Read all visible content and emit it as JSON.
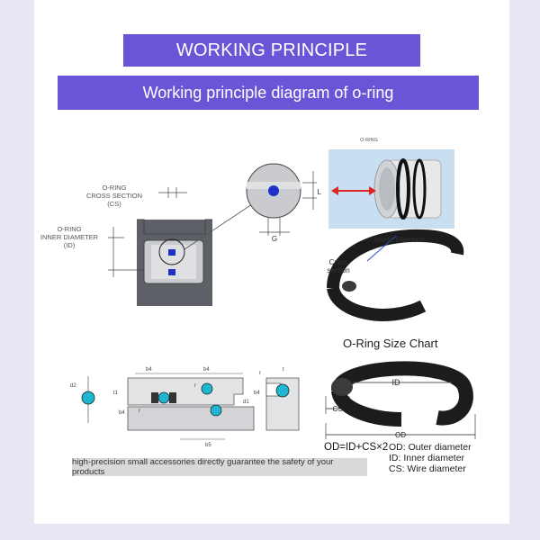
{
  "header": {
    "title": "WORKING PRINCIPLE",
    "subtitle": "Working principle diagram of o-ring"
  },
  "cross_section_diagram": {
    "labels": {
      "cross_section": [
        "O-RING",
        "CROSS SECTION",
        "(CS)"
      ],
      "inner_diameter": [
        "O-RING",
        "INNER DIAMETER",
        "(ID)"
      ],
      "dim_l": "L",
      "dim_g": "G"
    }
  },
  "photo_panel": {
    "top_label": "O-RING",
    "inside_diameter": "Inside Diameter",
    "cross_section": [
      "Cross",
      "section"
    ]
  },
  "groove_diagrams": {
    "dims": [
      "d2",
      "b4",
      "b4",
      "t1",
      "d1",
      "r",
      "r",
      "b4",
      "r",
      "t",
      "b4",
      "b5"
    ]
  },
  "size_chart": {
    "title": "O-Ring Size Chart",
    "id_label": "ID",
    "cs_label": "CS",
    "od_label": "OD",
    "formula": "OD=ID+CS×2",
    "legend": [
      "OD:  Outer diameter",
      "ID:  Inner diameter",
      "CS:  Wire diameter"
    ]
  },
  "caption": "high-precision small accessories directly guarantee the safety of your products",
  "colors": {
    "banner": "#6b55d6",
    "oring_blue": "#1f2fc9",
    "oring_teal": "#1fb6d1",
    "arrow_red": "#e02424",
    "oring_black": "#1c1c1c"
  }
}
